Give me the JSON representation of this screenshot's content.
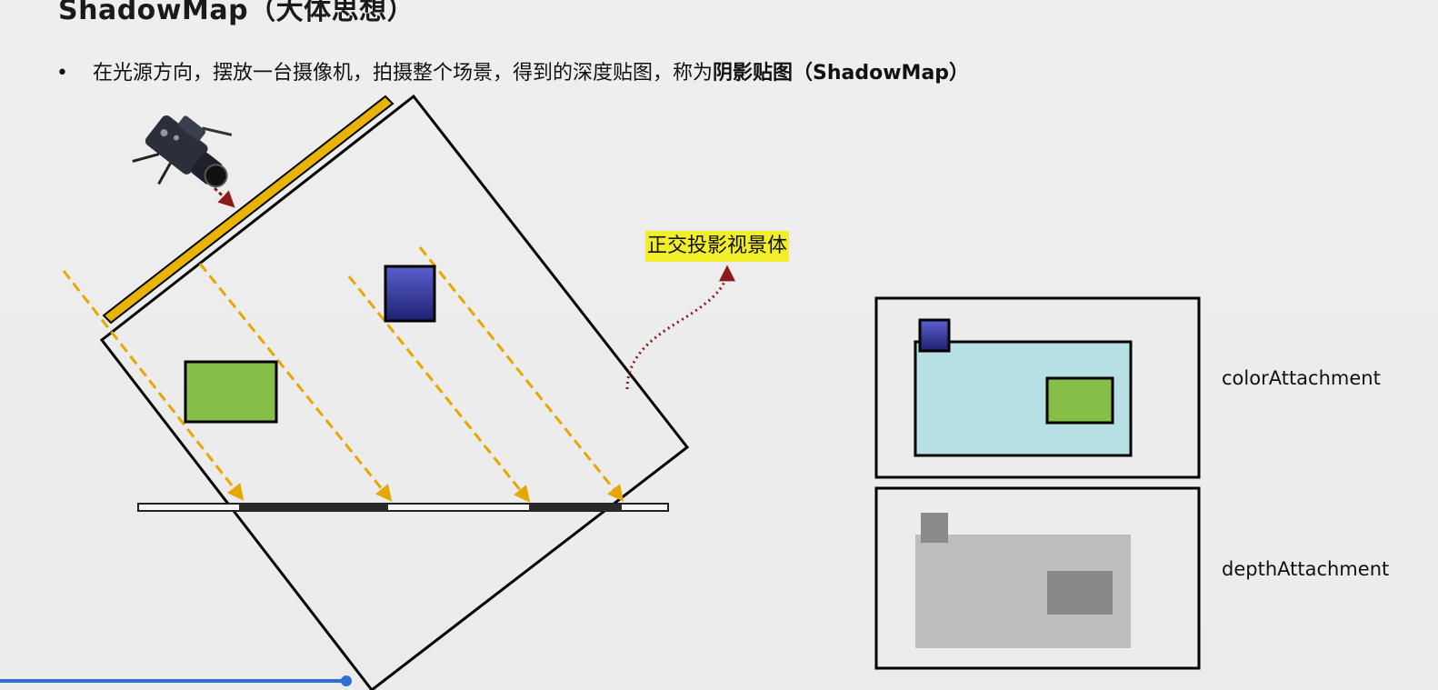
{
  "slide": {
    "title": "ShadowMap（大体思想）",
    "bullet": {
      "marker": "•",
      "text_plain": "在光源方向，摆放一台摄像机，拍摄整个场景，得到的深度贴图，称为",
      "text_bold": "阴影贴图（ShadowMap）"
    }
  },
  "diagram": {
    "frustum_label": "正交投影视景体",
    "color_attachment_label": "colorAttachment",
    "depth_attachment_label": "depthAttachment",
    "icons": [
      "camera-icon"
    ],
    "colors": {
      "light_plane": "#e8b400",
      "light_ray": "#e6a800",
      "green_box": "#86bf47",
      "blue_box": "#2c2f8c",
      "color_buffer_fill": "#b7e0e5",
      "depth_buffer_fill": "#bdbdbd",
      "depth_small": "#8a8a8a",
      "depth_large": "#888888",
      "annotation_arrow": "#8b1a1a",
      "highlight": "#f2ee2c"
    }
  },
  "player": {
    "progress": 0.24
  }
}
